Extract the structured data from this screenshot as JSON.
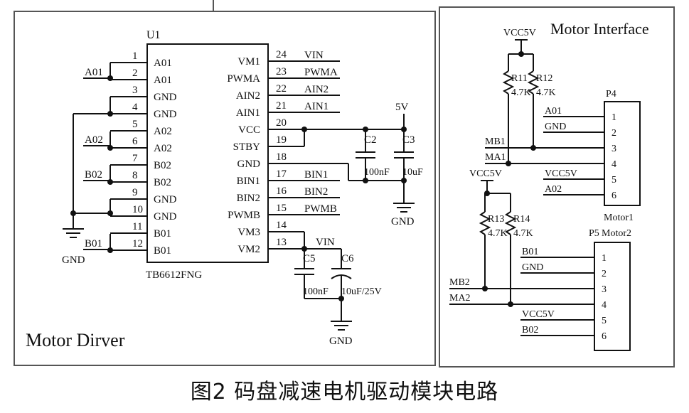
{
  "caption": "图2 码盘减速电机驱动模块电路",
  "left_panel": {
    "title": "Motor Dirver",
    "chip": {
      "ref": "U1",
      "part": "TB6612FNG",
      "left_pins": [
        {
          "num": "1",
          "name": "A01"
        },
        {
          "num": "2",
          "name": "A01"
        },
        {
          "num": "3",
          "name": "GND"
        },
        {
          "num": "4",
          "name": "GND"
        },
        {
          "num": "5",
          "name": "A02"
        },
        {
          "num": "6",
          "name": "A02"
        },
        {
          "num": "7",
          "name": "B02"
        },
        {
          "num": "8",
          "name": "B02"
        },
        {
          "num": "9",
          "name": "GND"
        },
        {
          "num": "10",
          "name": "GND"
        },
        {
          "num": "11",
          "name": "B01"
        },
        {
          "num": "12",
          "name": "B01"
        }
      ],
      "right_pins": [
        {
          "num": "24",
          "name": "VM1"
        },
        {
          "num": "23",
          "name": "PWMA"
        },
        {
          "num": "22",
          "name": "AIN2"
        },
        {
          "num": "21",
          "name": "AIN1"
        },
        {
          "num": "20",
          "name": "VCC"
        },
        {
          "num": "19",
          "name": "STBY"
        },
        {
          "num": "18",
          "name": "GND"
        },
        {
          "num": "17",
          "name": "BIN1"
        },
        {
          "num": "16",
          "name": "BIN2"
        },
        {
          "num": "15",
          "name": "PWMB"
        },
        {
          "num": "14",
          "name": "VM3"
        },
        {
          "num": "13",
          "name": "VM2"
        }
      ]
    },
    "left_nets": {
      "a01": "A01",
      "a02": "A02",
      "b02": "B02",
      "b01": "B01",
      "gnd": "GND"
    },
    "right_nets": {
      "vin": "VIN",
      "pwma": "PWMA",
      "ain2": "AIN2",
      "ain1": "AIN1",
      "bin1": "BIN1",
      "bin2": "BIN2",
      "pwmb": "PWMB",
      "vin2": "VIN"
    },
    "power": {
      "v5": "5V",
      "gnd1": "GND",
      "gnd2": "GND"
    },
    "capacitors": [
      {
        "ref": "C2",
        "value": "100nF"
      },
      {
        "ref": "C3",
        "value": "10uF"
      },
      {
        "ref": "C5",
        "value": "100nF"
      },
      {
        "ref": "C6",
        "value": "10uF/25V"
      }
    ]
  },
  "right_panel": {
    "title": "Motor Interface",
    "vcc1": "VCC5V",
    "vcc2": "VCC5V",
    "resistors_top": [
      {
        "ref": "R11",
        "value": "4.7K"
      },
      {
        "ref": "R12",
        "value": "4.7K"
      }
    ],
    "resistors_bottom": [
      {
        "ref": "R13",
        "value": "4.7K"
      },
      {
        "ref": "R14",
        "value": "4.7K"
      }
    ],
    "connector1": {
      "ref": "P4",
      "name": "Motor1",
      "pins": [
        "1",
        "2",
        "3",
        "4",
        "5",
        "6"
      ],
      "nets": [
        "A01",
        "GND",
        "",
        "",
        "VCC5V",
        "A02"
      ],
      "side_nets": [
        "MB1",
        "MA1"
      ]
    },
    "connector2": {
      "ref": "P5",
      "name": "Motor2",
      "pins": [
        "1",
        "2",
        "3",
        "4",
        "5",
        "6"
      ],
      "nets": [
        "B01",
        "GND",
        "",
        "",
        "VCC5V",
        "B02"
      ],
      "side_nets": [
        "MB2",
        "MA2"
      ]
    }
  }
}
